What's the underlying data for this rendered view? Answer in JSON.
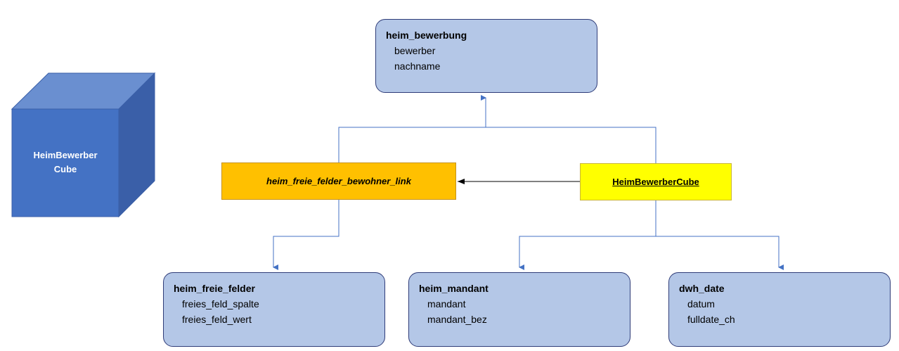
{
  "cube": {
    "line1": "HeimBewerber",
    "line2": "Cube"
  },
  "tables": {
    "heim_bewerbung": {
      "name": "heim_bewerbung",
      "fields": [
        "bewerber",
        "nachname"
      ]
    },
    "heim_freie_felder": {
      "name": "heim_freie_felder",
      "fields": [
        "freies_feld_spalte",
        "freies_feld_wert"
      ]
    },
    "heim_mandant": {
      "name": "heim_mandant",
      "fields": [
        "mandant",
        "mandant_bez"
      ]
    },
    "dwh_date": {
      "name": "dwh_date",
      "fields": [
        "datum",
        "fulldate_ch"
      ]
    }
  },
  "link_table": "heim_freie_felder_bewohner_link",
  "fact_table": "HeimBewerberCube",
  "colors": {
    "cube_front": "#4472c4",
    "cube_top": "#6a8fd0",
    "cube_side": "#3a5fa8",
    "entity_fill": "#b4c7e7",
    "link_fill": "#ffc000",
    "fact_fill": "#ffff00",
    "connector": "#4472c4"
  }
}
